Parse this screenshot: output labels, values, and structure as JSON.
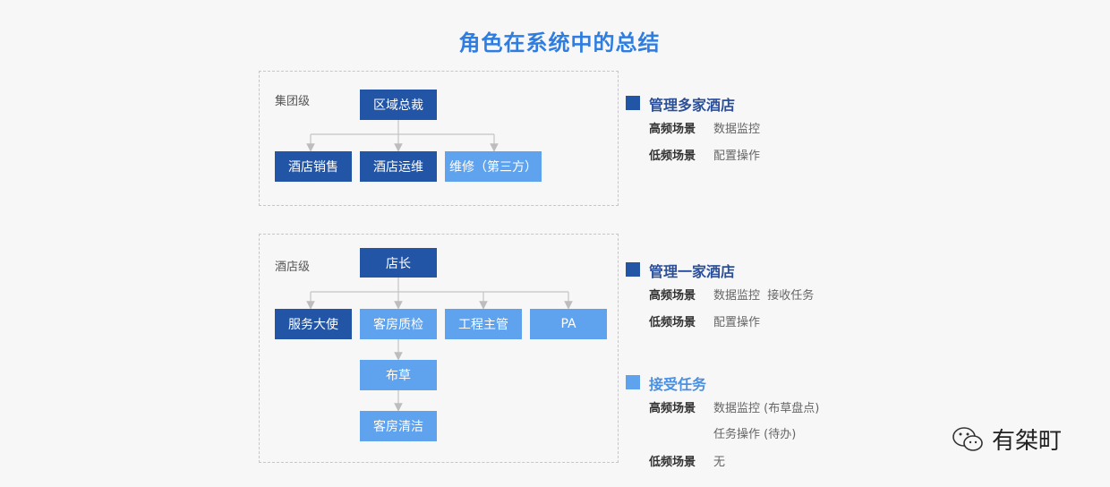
{
  "title": "角色在系统中的总结",
  "group_level": {
    "label": "集团级",
    "root": "区域总裁",
    "children": [
      "酒店销售",
      "酒店运维",
      "维修（第三方）"
    ]
  },
  "hotel_level": {
    "label": "酒店级",
    "root": "店长",
    "children": [
      "服务大使",
      "客房质检",
      "工程主管",
      "PA"
    ],
    "chain": [
      "布草",
      "客房清洁"
    ]
  },
  "legend": [
    {
      "title": "管理多家酒店",
      "color": "#2355a6",
      "high_key": "高频场景",
      "high_vals": [
        "数据监控"
      ],
      "low_key": "低频场景",
      "low_vals": [
        "配置操作"
      ]
    },
    {
      "title": "管理一家酒店",
      "color": "#2355a6",
      "high_key": "高频场景",
      "high_vals": [
        "数据监控  接收任务"
      ],
      "low_key": "低频场景",
      "low_vals": [
        "配置操作"
      ]
    },
    {
      "title": "接受任务",
      "color": "#5fa2ee",
      "high_key": "高频场景",
      "high_vals": [
        "数据监控 (布草盘点)",
        "任务操作 (待办)"
      ],
      "low_key": "低频场景",
      "low_vals": [
        "无"
      ]
    }
  ],
  "watermark": "有桀町",
  "colors": {
    "dark_node": "#2355a6",
    "light_node": "#5fa2ee",
    "title": "#2f7de1"
  }
}
